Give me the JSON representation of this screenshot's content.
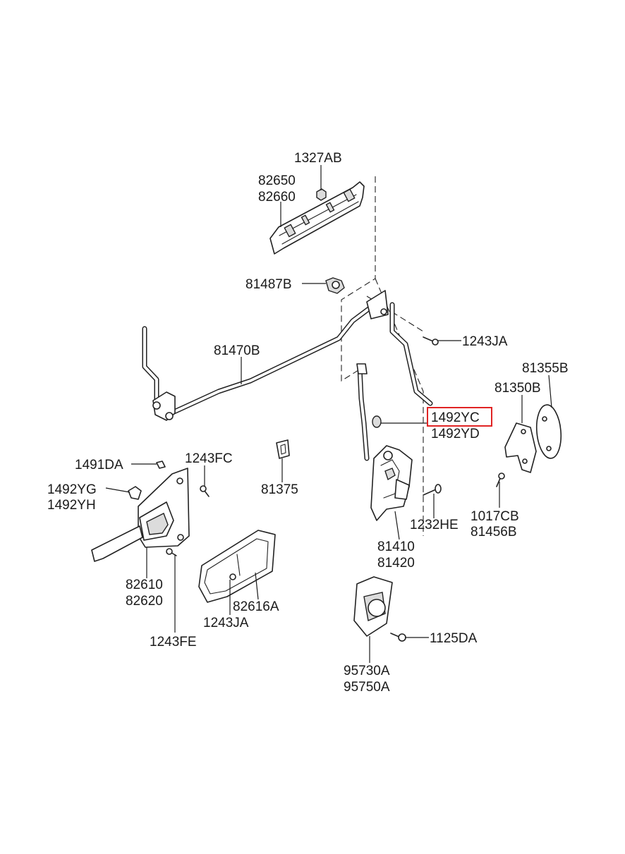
{
  "highlight_color": "#e02424",
  "labels": {
    "p1327AB": "1327AB",
    "p82650": "82650",
    "p82660": "82660",
    "p81487B": "81487B",
    "p81470B": "81470B",
    "p1243JA_top": "1243JA",
    "p81355B": "81355B",
    "p81350B": "81350B",
    "p1492YC": "1492YC",
    "p1492YD": "1492YD",
    "p1491DA": "1491DA",
    "p1243FC": "1243FC",
    "p81375": "81375",
    "p1492YG": "1492YG",
    "p1492YH": "1492YH",
    "p1017CB": "1017CB",
    "p81456B": "81456B",
    "p1232HE": "1232HE",
    "p81410": "81410",
    "p81420": "81420",
    "p82610": "82610",
    "p82620": "82620",
    "p82616A": "82616A",
    "p1243JA_bottom": "1243JA",
    "p1243FE": "1243FE",
    "p1125DA": "1125DA",
    "p95730A": "95730A",
    "p95750A": "95750A"
  }
}
